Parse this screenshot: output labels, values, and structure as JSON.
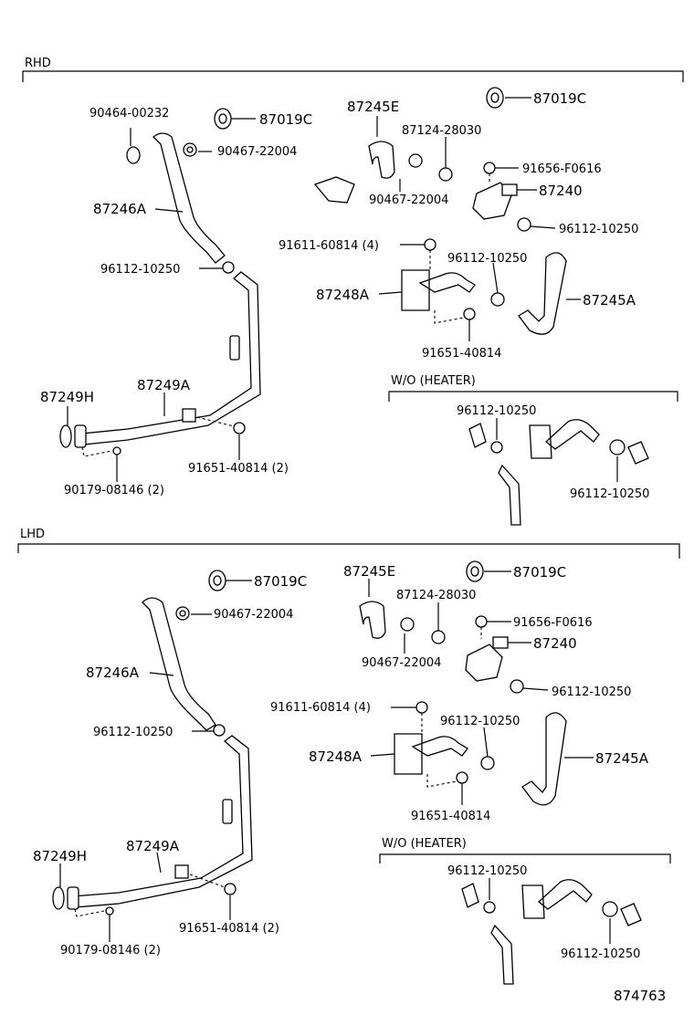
{
  "sections": {
    "rhd": {
      "title": "RHD",
      "labels": {
        "grommet_left": "87019C",
        "grommet_right": "87019C",
        "clip_90464": "90464-00232",
        "clamp_90467_left": "90467-22004",
        "hose_87246A": "87246A",
        "clamp_96112_left": "96112-10250",
        "part_87249H": "87249H",
        "pipe_87249A": "87249A",
        "bolt_91651_2": "91651-40814 (2)",
        "bolt_90179": "90179-08146 (2)",
        "hose_87245E": "87245E",
        "plug_87124": "87124-28030",
        "clamp_90467_right": "90467-22004",
        "bolt_91656": "91656-F0616",
        "valve_87240": "87240",
        "clamp_96112_right": "96112-10250",
        "bolt_91611": "91611-60814 (4)",
        "clamp_96112_mid": "96112-10250",
        "part_87248A": "87248A",
        "hose_87245A": "87245A",
        "bolt_91651_single": "91651-40814"
      },
      "wo_heater": {
        "title": "W/O  (HEATER)",
        "clamp_top": "96112-10250",
        "clamp_bottom": "96112-10250"
      }
    },
    "lhd": {
      "title": "LHD",
      "labels": {
        "grommet_left": "87019C",
        "grommet_right": "87019C",
        "clamp_90467_left": "90467-22004",
        "hose_87246A": "87246A",
        "clamp_96112_left": "96112-10250",
        "part_87249H": "87249H",
        "pipe_87249A": "87249A",
        "bolt_91651_2": "91651-40814 (2)",
        "bolt_90179": "90179-08146 (2)",
        "hose_87245E": "87245E",
        "plug_87124": "87124-28030",
        "clamp_90467_right": "90467-22004",
        "bolt_91656": "91656-F0616",
        "valve_87240": "87240",
        "clamp_96112_right": "96112-10250",
        "bolt_91611": "91611-60814 (4)",
        "clamp_96112_mid": "96112-10250",
        "part_87248A": "87248A",
        "hose_87245A": "87245A",
        "bolt_91651_single": "91651-40814"
      },
      "wo_heater": {
        "title": "W/O  (HEATER)",
        "clamp_top": "96112-10250",
        "clamp_bottom": "96112-10250"
      }
    }
  },
  "figure_number": "874763"
}
